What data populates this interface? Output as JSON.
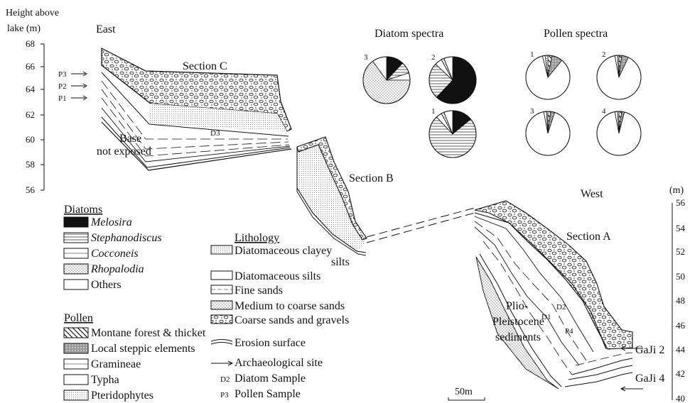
{
  "axis_left": {
    "title_line1": "Height above",
    "title_line2": "lake (m)",
    "ticks": [
      "68",
      "66",
      "64",
      "62",
      "60",
      "58",
      "56"
    ]
  },
  "axis_right": {
    "title": "(m)",
    "ticks": [
      "56",
      "54",
      "52",
      "50",
      "48",
      "46",
      "44",
      "42",
      "40"
    ]
  },
  "labels": {
    "east": "East",
    "west": "West",
    "section_a": "Section A",
    "section_b": "Section B",
    "section_c": "Section C",
    "base_line1": "Base",
    "base_line2": "not exposed",
    "plio_line1": "Plio-",
    "plio_line2": "Pleistocene",
    "plio_line3": "sediments",
    "d1": "D1",
    "d2": "D2",
    "d3": "D3",
    "p4": "P4",
    "p1": "P1",
    "p2": "P2",
    "p3": "P3",
    "gaji2": "GaJi 2",
    "gaji4": "GaJi 4",
    "scale": "50m"
  },
  "diatom_spectra": {
    "title": "Diatom spectra",
    "pies": [
      {
        "label": "3",
        "slices": {
          "Melosira": 0.12,
          "Stephanodiscus": 0.08,
          "Cocconeis": 0.05,
          "Rhopalodia": 0.65,
          "Others": 0.1
        }
      },
      {
        "label": "2",
        "slices": {
          "Melosira": 0.62,
          "Stephanodiscus": 0.25,
          "Cocconeis": 0.05,
          "Rhopalodia": 0.02,
          "Others": 0.06
        }
      },
      {
        "label": "1",
        "slices": {
          "Melosira": 0.14,
          "Stephanodiscus": 0.74,
          "Cocconeis": 0.04,
          "Rhopalodia": 0.02,
          "Others": 0.06
        }
      }
    ]
  },
  "pollen_spectra": {
    "title": "Pollen spectra",
    "pies": [
      {
        "label": "1",
        "slices": {
          "Montane forest & thicket": 0.03,
          "Local steppic elements": 0.08,
          "Gramineae": 0.85,
          "Typha": 0.02,
          "Pteridophytes": 0.02
        }
      },
      {
        "label": "2",
        "slices": {
          "Montane forest & thicket": 0.02,
          "Local steppic elements": 0.05,
          "Gramineae": 0.9,
          "Typha": 0.02,
          "Pteridophytes": 0.01
        }
      },
      {
        "label": "3",
        "slices": {
          "Montane forest & thicket": 0.02,
          "Local steppic elements": 0.03,
          "Gramineae": 0.92,
          "Typha": 0.02,
          "Pteridophytes": 0.01
        }
      },
      {
        "label": "4",
        "slices": {
          "Montane forest & thicket": 0.02,
          "Local steppic elements": 0.02,
          "Gramineae": 0.93,
          "Typha": 0.02,
          "Pteridophytes": 0.01
        }
      }
    ]
  },
  "legend_diatoms": {
    "title": "Diatoms",
    "items": [
      "Melosira",
      "Stephanodiscus",
      "Cocconeis",
      "Rhopalodia",
      "Others"
    ]
  },
  "legend_pollen": {
    "title": "Pollen",
    "items": [
      "Montane forest & thicket",
      "Local steppic elements",
      "Gramineae",
      "Typha",
      "Pteridophytes"
    ]
  },
  "legend_lithology": {
    "title": "Lithology",
    "items": {
      "clayey_line1": "Diatomaceous clayey",
      "clayey_line2": "silts",
      "silts": "Diatomaceous silts",
      "fine": "Fine sands",
      "medium": "Medium to coarse sands",
      "coarse": "Coarse sands and gravels",
      "erosion": "Erosion surface",
      "arch": "Archaeological site",
      "diatom_sample": "Diatom Sample",
      "diatom_sample_code": "D2",
      "pollen_sample": "Pollen Sample",
      "pollen_sample_code": "P3"
    }
  }
}
